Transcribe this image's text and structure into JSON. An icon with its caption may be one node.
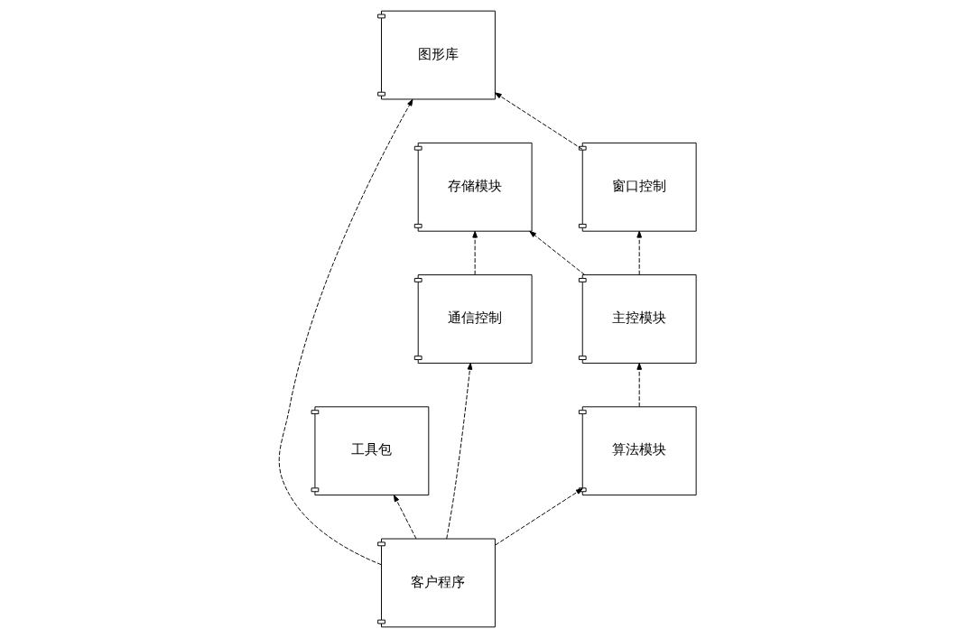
{
  "diagram": {
    "nodes": [
      {
        "text": [
          "窗口控制"
        ]
      },
      {
        "text": [
          "图形库"
        ]
      },
      {
        "text": [
          "工具包"
        ]
      },
      {
        "text": [
          "存储模块"
        ]
      },
      {
        "text": [
          "通信控制"
        ]
      },
      {
        "text": [
          "客户程序"
        ]
      },
      {
        "text": [
          "主控模块"
        ]
      },
      {
        "text": [
          "算法模块"
        ]
      }
    ],
    "edges": [
      {
        "from": 0,
        "to": 1,
        "arrow": "to",
        "style": "dashed"
      },
      {
        "from": 5,
        "to": 2,
        "arrow": "to",
        "style": "dashed"
      },
      {
        "from": 5,
        "to": 1,
        "arrow": "to",
        "style": "dashed"
      },
      {
        "from": 4,
        "to": 3,
        "arrow": "to",
        "style": "dashed"
      },
      {
        "from": 5,
        "to": 4,
        "arrow": "to",
        "style": "dashed"
      },
      {
        "from": 6,
        "to": 3,
        "arrow": "to",
        "style": "dashed"
      },
      {
        "from": 6,
        "to": 0,
        "arrow": "to",
        "style": "dashed"
      },
      {
        "from": 7,
        "to": 6,
        "arrow": "to",
        "style": "dashed"
      },
      {
        "from": 5,
        "to": 7,
        "arrow": "to",
        "style": "dashed"
      }
    ]
  }
}
